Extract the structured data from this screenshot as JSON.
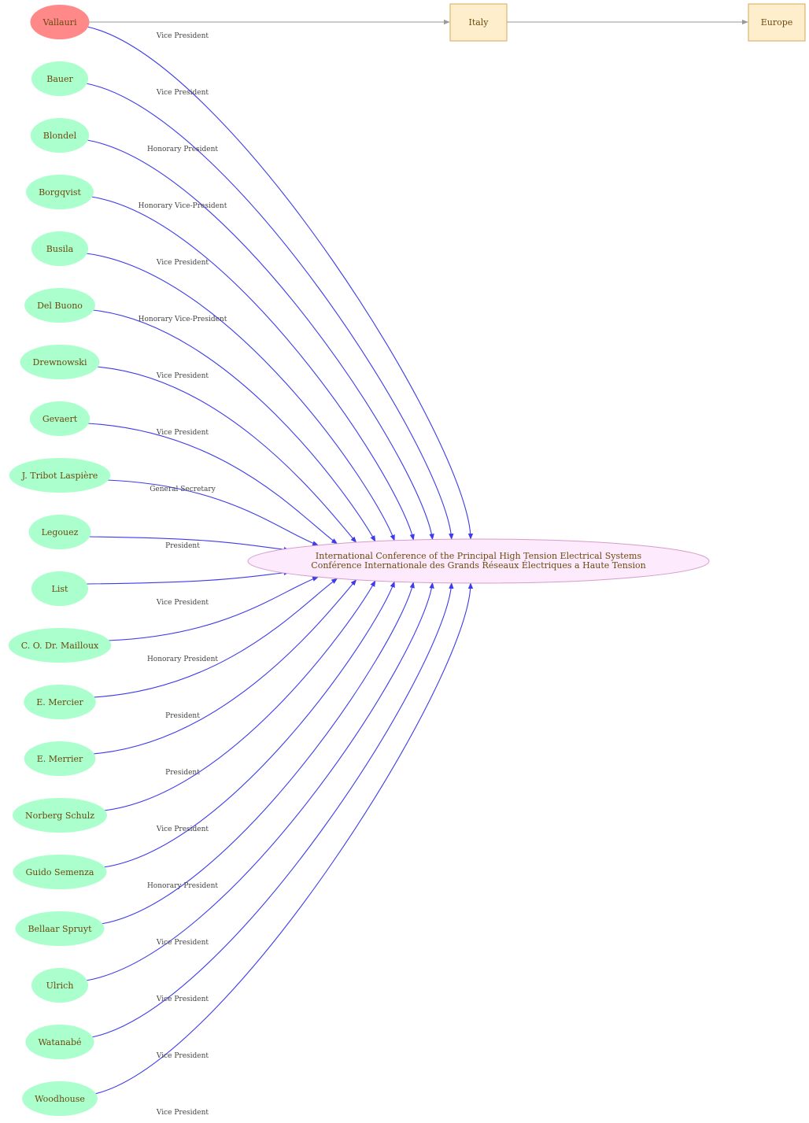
{
  "graph": {
    "conference": {
      "line1": "International Conference of the Principal High Tension Electrical Systems",
      "line2": "Conférence Internationale des Grands Réseaux Électriques a Haute Tension",
      "fill": "#fdeafd",
      "stroke": "#d69cc8"
    },
    "location_chain": [
      {
        "id": "italy",
        "label": "Italy"
      },
      {
        "id": "europe",
        "label": "Europe"
      }
    ],
    "colors": {
      "person_fill": "#aaffcc",
      "highlight_fill": "#ff8888",
      "place_fill": "#ffeecc",
      "place_stroke": "#d4a85a",
      "member_edge": "#3d3bea",
      "geo_edge": "#9a9a9a"
    },
    "members": [
      {
        "name": "Vallauri",
        "role": "Vice President",
        "highlight": true
      },
      {
        "name": "Bauer",
        "role": "Vice President"
      },
      {
        "name": "Blondel",
        "role": "Honorary President"
      },
      {
        "name": "Borgqvist",
        "role": "Honorary Vice-President"
      },
      {
        "name": "Busila",
        "role": "Vice President"
      },
      {
        "name": "Del Buono",
        "role": "Honorary Vice-President"
      },
      {
        "name": "Drewnowski",
        "role": "Vice President"
      },
      {
        "name": "Gevaert",
        "role": "Vice President"
      },
      {
        "name": "J. Tribot Laspière",
        "role": "General Secretary"
      },
      {
        "name": "Legouez",
        "role": "President"
      },
      {
        "name": "List",
        "role": "Vice President"
      },
      {
        "name": "C. O. Dr. Mailloux",
        "role": "Honorary President"
      },
      {
        "name": "E. Mercier",
        "role": "President"
      },
      {
        "name": "E. Merrier",
        "role": "President"
      },
      {
        "name": "Norberg Schulz",
        "role": "Vice President"
      },
      {
        "name": "Guido Semenza",
        "role": "Honorary President"
      },
      {
        "name": "Bellaar Spruyt",
        "role": "Vice President"
      },
      {
        "name": "Ulrich",
        "role": "Vice President"
      },
      {
        "name": "Watanabé",
        "role": "Vice President"
      },
      {
        "name": "Woodhouse",
        "role": "Vice President"
      }
    ]
  }
}
